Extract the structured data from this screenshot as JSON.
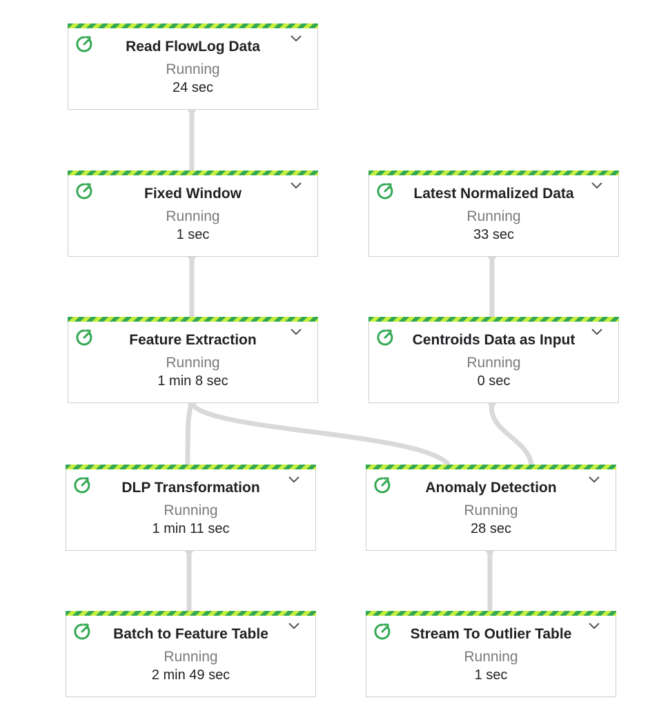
{
  "pipeline": {
    "steps": [
      {
        "id": "read-flowlog-data",
        "title": "Read FlowLog Data",
        "status": "Running",
        "duration": "24 sec"
      },
      {
        "id": "fixed-window",
        "title": "Fixed Window",
        "status": "Running",
        "duration": "1 sec"
      },
      {
        "id": "latest-normalized-data",
        "title": "Latest Normalized Data",
        "status": "Running",
        "duration": "33 sec"
      },
      {
        "id": "feature-extraction",
        "title": "Feature Extraction",
        "status": "Running",
        "duration": "1 min 8 sec"
      },
      {
        "id": "centroids-data-as-input",
        "title": "Centroids Data as Input",
        "status": "Running",
        "duration": "0 sec"
      },
      {
        "id": "dlp-transformation",
        "title": "DLP Transformation",
        "status": "Running",
        "duration": "1 min 11 sec"
      },
      {
        "id": "anomaly-detection",
        "title": "Anomaly Detection",
        "status": "Running",
        "duration": "28 sec"
      },
      {
        "id": "batch-to-feature-table",
        "title": "Batch to Feature Table",
        "status": "Running",
        "duration": "2 min 49 sec"
      },
      {
        "id": "stream-to-outlier-table",
        "title": "Stream To Outlier Table",
        "status": "Running",
        "duration": "1 sec"
      }
    ],
    "icons": {
      "status": "running-status-icon",
      "expand": "chevron-down-icon"
    },
    "colors": {
      "running_icon": "#34a853",
      "stripe_primary": "#34a853",
      "stripe_secondary": "#c6ef3d",
      "edge": "#d9d9d9",
      "status_text": "#7a7a7a"
    }
  }
}
